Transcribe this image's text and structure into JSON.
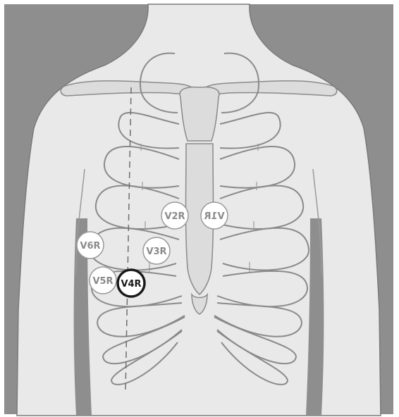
{
  "diagram": {
    "electrodes": [
      {
        "id": "v1r",
        "label": "V1R",
        "mirrored": true,
        "highlighted": false
      },
      {
        "id": "v2r",
        "label": "V2R",
        "mirrored": false,
        "highlighted": false
      },
      {
        "id": "v3r",
        "label": "V3R",
        "mirrored": false,
        "highlighted": false
      },
      {
        "id": "v4r",
        "label": "V4R",
        "mirrored": false,
        "highlighted": true
      },
      {
        "id": "v5r",
        "label": "V5R",
        "mirrored": false,
        "highlighted": false
      },
      {
        "id": "v6r",
        "label": "V6R",
        "mirrored": false,
        "highlighted": false
      }
    ],
    "colors": {
      "background": "#8e8e8e",
      "skin": "#e9e9e9",
      "bone": "#dcdcdc",
      "bone_outline": "#8a8a8a",
      "electrode_fill": "#ffffff",
      "electrode_outline": "#9a9a9a",
      "highlight": "#1a1a1a"
    }
  }
}
